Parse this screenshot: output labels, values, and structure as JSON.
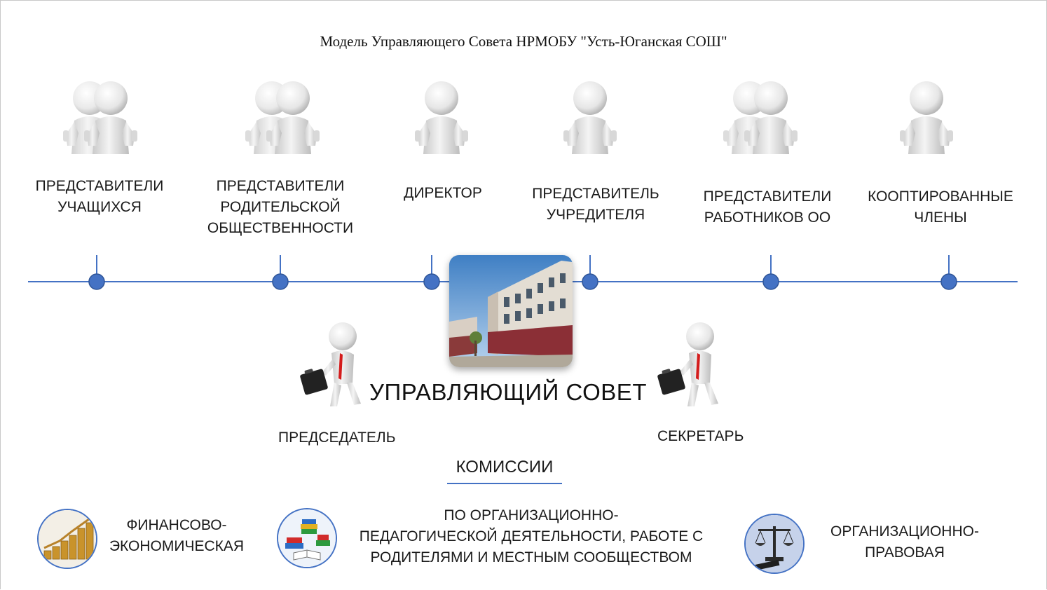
{
  "title": "Модель Управляющего Совета НРМОБУ \"Усть-Юганская СОШ\"",
  "members": [
    {
      "label": "ПРЕДСТАВИТЕЛИ\nУЧАЩИХСЯ",
      "icon": "group-of-two-thumbs-up-icon"
    },
    {
      "label": "ПРЕДСТАВИТЕЛИ\nРОДИТЕЛЬСКОЙ\nОБЩЕСТВЕННОСТИ",
      "icon": "group-of-two-thumbs-up-icon"
    },
    {
      "label": "ДИРЕКТОР",
      "icon": "person-thumbs-up-icon"
    },
    {
      "label": "ПРЕДСТАВИТЕЛЬ\nУЧРЕДИТЕЛЯ",
      "icon": "person-thumbs-up-icon"
    },
    {
      "label": "ПРЕДСТАВИТЕЛИ\nРАБОТНИКОВ ОО",
      "icon": "group-of-two-thumbs-up-icon"
    },
    {
      "label": "КООПТИРОВАННЫЕ\nЧЛЕНЫ",
      "icon": "person-thumbs-up-icon"
    }
  ],
  "council": {
    "title": "УПРАВЛЯЮЩИЙ СОВЕТ",
    "chairman": "ПРЕДСЕДАТЕЛЬ",
    "secretary": "СЕКРЕТАРЬ"
  },
  "commissions": {
    "title": "КОМИССИИ",
    "items": [
      {
        "label": "ФИНАНСОВО-\nЭКОНОМИЧЕСКАЯ",
        "icon": "gold-coins-growth-icon"
      },
      {
        "label": "ПО ОРГАНИЗАЦИОННО-\nПЕДАГОГИЧЕСКОЙ  ДЕЯТЕЛЬНОСТИ, РАБОТЕ С\nРОДИТЕЛЯМИ  И МЕСТНЫМ СООБЩЕСТВОМ",
        "icon": "books-icon"
      },
      {
        "label": "ОРГАНИЗАЦИОННО-\nПРАВОВАЯ",
        "icon": "scales-of-justice-icon"
      }
    ]
  },
  "colors": {
    "line": "#4472c4",
    "node": "#4472c4",
    "node_border": "#2f5597"
  }
}
